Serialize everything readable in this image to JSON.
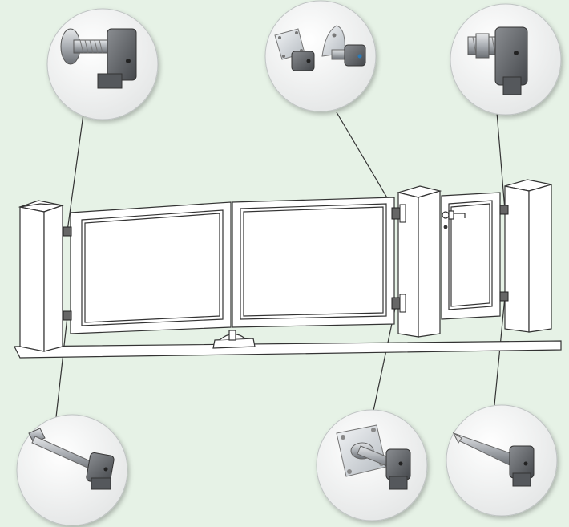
{
  "colors": {
    "background": "#e6f2e6",
    "line": "#333333",
    "structure_fill": "#ffffff",
    "callout_fill": "#f4f4f4",
    "metal_dark": "#55585c",
    "metal_mid": "#8b8f94",
    "metal_light": "#c9ccd0",
    "zinc_plate": "#d8dde2"
  },
  "components": [
    {
      "id": "hinge-bolt-threaded-washer",
      "icon": "threaded-hinge-bolt-with-washer-icon"
    },
    {
      "id": "hinge-plate-variants",
      "icon": "hinge-on-square-and-oval-plates-icon"
    },
    {
      "id": "hinge-bolt-threaded-nut",
      "icon": "threaded-hinge-bolt-with-nut-icon"
    },
    {
      "id": "hinge-long-through-bolt",
      "icon": "long-through-bolt-hinge-icon"
    },
    {
      "id": "hinge-square-plate",
      "icon": "square-plate-hinge-icon"
    },
    {
      "id": "hinge-weld-on-spike",
      "icon": "weld-on-spike-hinge-icon"
    }
  ],
  "gate": {
    "elements": [
      "left-pillar",
      "double-gate-left-leaf",
      "double-gate-right-leaf",
      "center-pillar",
      "pedestrian-gate",
      "right-pillar",
      "ground-stop",
      "gate-handle-lock",
      "ground-strip"
    ]
  }
}
